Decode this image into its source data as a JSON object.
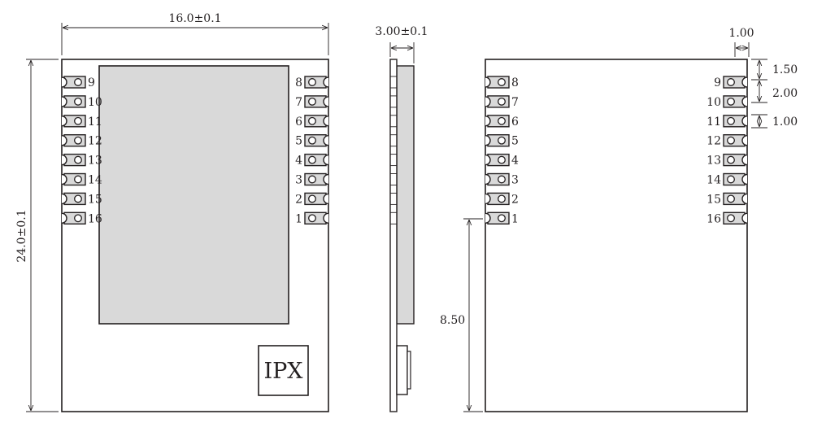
{
  "front_view": {
    "width_dim": "16.0±0.1",
    "height_dim": "24.0±0.1",
    "ipx_label": "IPX",
    "left_pins": [
      "9",
      "10",
      "11",
      "12",
      "13",
      "14",
      "15",
      "16"
    ],
    "right_pins": [
      "8",
      "7",
      "6",
      "5",
      "4",
      "3",
      "2",
      "1"
    ]
  },
  "side_view": {
    "thickness_dim": "3.00±0.1"
  },
  "back_view": {
    "left_pins": [
      "8",
      "7",
      "6",
      "5",
      "4",
      "3",
      "2",
      "1"
    ],
    "right_pins": [
      "9",
      "10",
      "11",
      "12",
      "13",
      "14",
      "15",
      "16"
    ],
    "dim_pad_width": "1.00",
    "dim_top_offset": "1.50",
    "dim_pitch": "2.00",
    "dim_pad_height": "1.00",
    "dim_pin1_height": "8.50"
  },
  "colors": {
    "line": "#231f20",
    "shield_fill": "#d9d9d9",
    "pad_fill": "#d9d9d9"
  }
}
